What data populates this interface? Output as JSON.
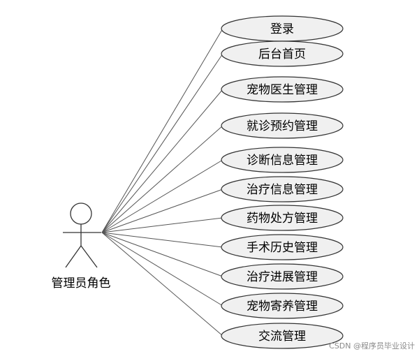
{
  "actor": {
    "label": "管理员角色"
  },
  "use_cases": [
    {
      "id": "login",
      "label": "登录"
    },
    {
      "id": "home",
      "label": "后台首页"
    },
    {
      "id": "vet",
      "label": "宠物医生管理"
    },
    {
      "id": "appointment",
      "label": "就诊预约管理"
    },
    {
      "id": "diagnosis",
      "label": "诊断信息管理"
    },
    {
      "id": "treatment",
      "label": "治疗信息管理"
    },
    {
      "id": "prescription",
      "label": "药物处方管理"
    },
    {
      "id": "surgery",
      "label": "手术历史管理"
    },
    {
      "id": "progress",
      "label": "治疗进展管理"
    },
    {
      "id": "boarding",
      "label": "宠物寄养管理"
    },
    {
      "id": "communication",
      "label": "交流管理"
    }
  ],
  "watermark": "CSDN @程序员毕业设计",
  "colors": {
    "ellipse_fill": "#f0f0f0",
    "ellipse_stroke": "#333333",
    "line": "#555555",
    "text": "#000000"
  }
}
